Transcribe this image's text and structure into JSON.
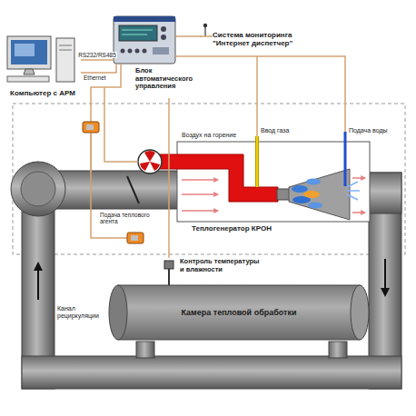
{
  "diagram": {
    "nodes": [
      {
        "text": [
          "Компьютер с АРМ"
        ]
      },
      {
        "text": [
          "Блок автоматического управления"
        ]
      },
      {
        "text": [
          "Система мониторинга \"Интернет диспетчер\""
        ]
      },
      {
        "text": [
          "Теплогенератор КРОН"
        ]
      },
      {
        "text": [
          "Контроль температуры и влажности"
        ]
      },
      {
        "text": [
          "Камера тепловой обработки"
        ]
      }
    ],
    "edges": [
      {
        "from": 0,
        "to": 1,
        "label": "RS232/RS485",
        "arrow": "none"
      },
      {
        "from": 1,
        "to": 2,
        "arrow": "none"
      },
      {
        "from": 1,
        "to": 4,
        "arrow": "none"
      }
    ],
    "labels": [
      "Ethernet",
      "Воздух на горение",
      "Ввод газа",
      "Подача воды",
      "Подача теплового агента",
      "Канал рециркуляции"
    ]
  }
}
